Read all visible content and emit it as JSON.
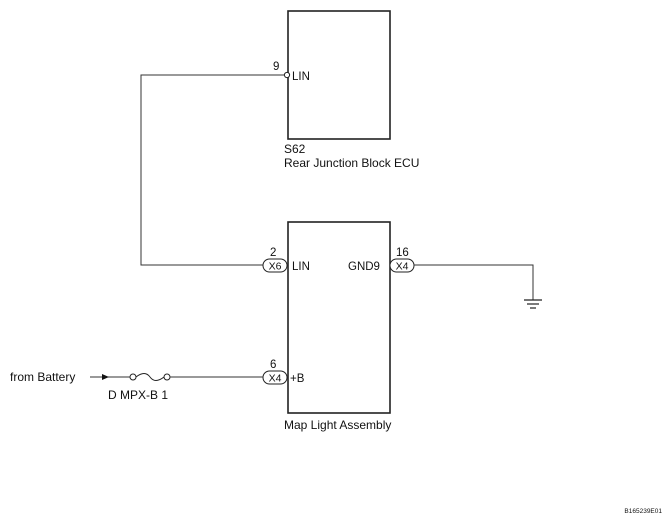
{
  "components": {
    "upper": {
      "code": "S62",
      "name": "Rear Junction Block ECU",
      "pin_number": "9",
      "pin_label": "LIN"
    },
    "lower": {
      "name": "Map Light Assembly",
      "lin_pin_number": "2",
      "lin_connector": "X6",
      "lin_label": "LIN",
      "gnd_pin_number": "16",
      "gnd_connector": "X4",
      "gnd_label": "GND9",
      "b_pin_number": "6",
      "b_connector": "X4",
      "b_label": "+B"
    }
  },
  "source": {
    "label": "from Battery",
    "fuse_label": "D MPX-B 1"
  },
  "figure_id": "B165239E01"
}
